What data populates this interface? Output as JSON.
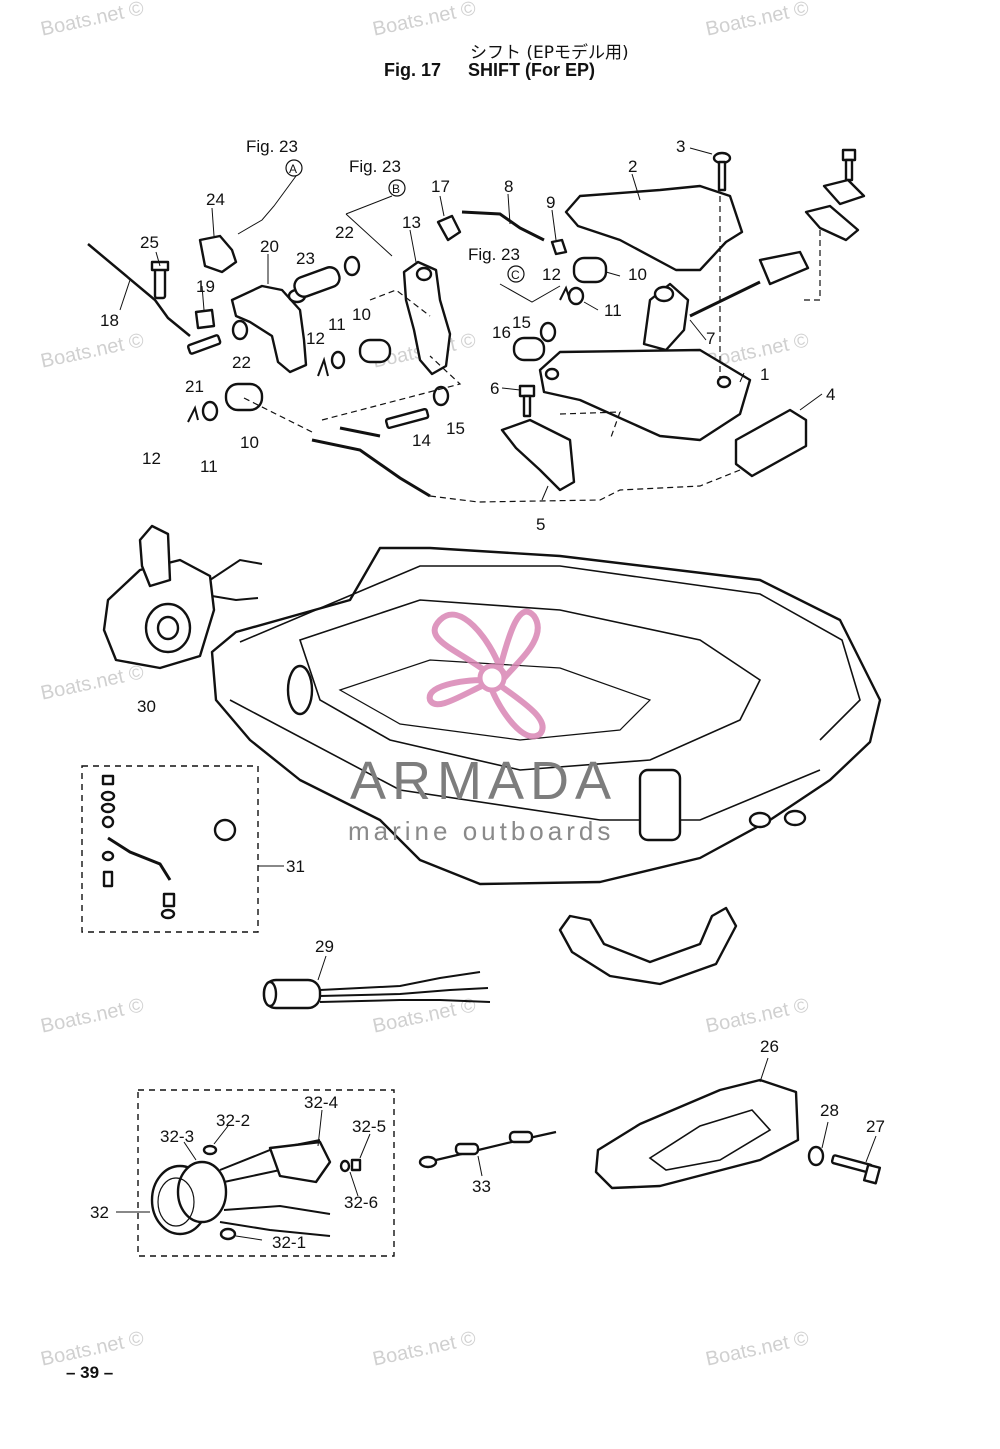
{
  "header": {
    "title_jp": "シフト (EPモデル用)",
    "fig_num": "Fig. 17",
    "title_en": "SHIFT (For EP)"
  },
  "footer": {
    "page_number": "– 39 –"
  },
  "watermark": {
    "text": "Boats.net ©",
    "color": "#d0d0d0"
  },
  "logo": {
    "brand": "ARMADA",
    "tagline": "marine outboards",
    "accent_color": "#d986b4"
  },
  "references": {
    "a": {
      "fig": "Fig. 23",
      "mark": "A"
    },
    "b": {
      "fig": "Fig. 23",
      "mark": "B"
    },
    "c": {
      "fig": "Fig. 23",
      "mark": "C"
    }
  },
  "callouts": {
    "p1": "1",
    "p2": "2",
    "p3": "3",
    "p4": "4",
    "p5": "5",
    "p6": "6",
    "p7": "7",
    "p8": "8",
    "p9": "9",
    "p10a": "10",
    "p10b": "10",
    "p10c": "10",
    "p11a": "11",
    "p11b": "11",
    "p11c": "11",
    "p12a": "12",
    "p12b": "12",
    "p12c": "12",
    "p13": "13",
    "p14": "14",
    "p15a": "15",
    "p15b": "15",
    "p16": "16",
    "p17": "17",
    "p18": "18",
    "p19": "19",
    "p20": "20",
    "p21": "21",
    "p22a": "22",
    "p22b": "22",
    "p23": "23",
    "p24": "24",
    "p25": "25",
    "p26": "26",
    "p27": "27",
    "p28": "28",
    "p29": "29",
    "p30": "30",
    "p31": "31",
    "p32": "32",
    "p32_1": "32-1",
    "p32_2": "32-2",
    "p32_3": "32-3",
    "p32_4": "32-4",
    "p32_5": "32-5",
    "p32_6": "32-6",
    "p33": "33"
  }
}
